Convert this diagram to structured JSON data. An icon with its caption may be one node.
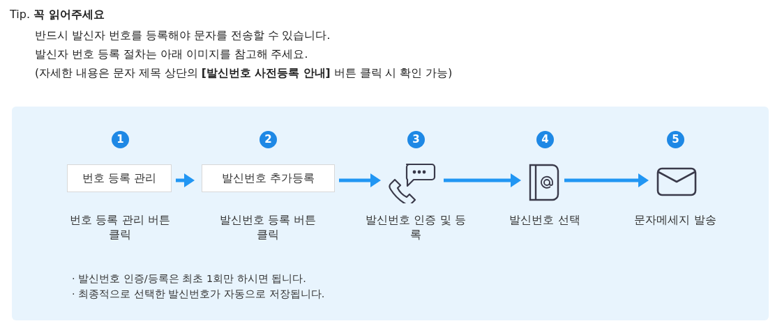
{
  "diagram": {
    "title": "Tip. **꼭 읽어주세요**",
    "nodes": [
      {
        "text": [
          "번호 등록 관리"
        ],
        "beside": [
          "1",
          "번호 등록 관리 버튼 클릭"
        ]
      },
      {
        "text": [
          "발신번호 추가등록"
        ],
        "beside": [
          "2",
          "발신번호 등록 버튼 클릭"
        ]
      },
      {
        "text": [],
        "shape": "picture",
        "beside": [
          "3",
          "발신번호 인증 및 등록"
        ]
      },
      {
        "text": [],
        "shape": "picture",
        "beside": [
          "4",
          "발신번호 선택"
        ]
      },
      {
        "text": [],
        "shape": "picture",
        "beside": [
          "5",
          "문자메세지 발송"
        ]
      }
    ],
    "edges": [
      {
        "from": 0,
        "to": 1,
        "arrow": "to"
      },
      {
        "from": 1,
        "to": 2,
        "arrow": "to"
      },
      {
        "from": 2,
        "to": 3,
        "arrow": "to"
      },
      {
        "from": 3,
        "to": 4,
        "arrow": "to"
      }
    ],
    "labels": [
      "반드시 발신자 번호를 등록해야 문자를 전송할 수 있습니다.",
      "발신자 번호 등록 절차는 아래 이미지를 참고해 주세요.",
      "(자세한 내용은 문자 제목 상단의 **[발신번호 사전등록 안내]** 버튼 클릭 시 확인 가능)",
      "· 발신번호 인증/등록은 최초 1회만 하시면 됩니다.",
      "· 최종적으로 선택한 발신번호가 자동으로 저장됩니다."
    ]
  }
}
